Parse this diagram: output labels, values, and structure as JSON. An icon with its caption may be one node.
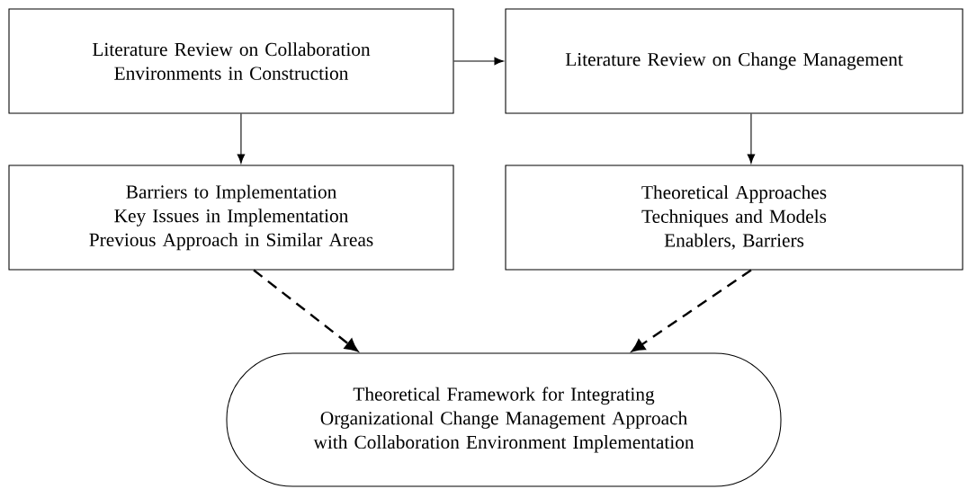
{
  "diagram": {
    "nodes": [
      {
        "text": [
          "Literature Review on Collaboration Environments in Construction"
        ]
      },
      {
        "text": [
          "Literature Review on Change Management"
        ]
      },
      {
        "text": [
          "Barriers to Implementation",
          "Key Issues in Implementation",
          "Previous Approach in Similar Areas"
        ]
      },
      {
        "text": [
          "Theoretical Approaches",
          "Techniques and Models",
          "Enablers, Barriers"
        ]
      },
      {
        "text": [
          "Theoretical Framework for Integrating Organizational Change Management Approach with Collaboration Environment Implementation"
        ]
      }
    ],
    "edges": [
      {
        "from": 0,
        "to": 1,
        "arrow": "to"
      },
      {
        "from": 0,
        "to": 2,
        "arrow": "to"
      },
      {
        "from": 1,
        "to": 3,
        "arrow": "to"
      },
      {
        "from": 2,
        "to": 4,
        "arrow": "to",
        "style": "dashed"
      },
      {
        "from": 3,
        "to": 4,
        "arrow": "to",
        "style": "dashed"
      }
    ]
  }
}
